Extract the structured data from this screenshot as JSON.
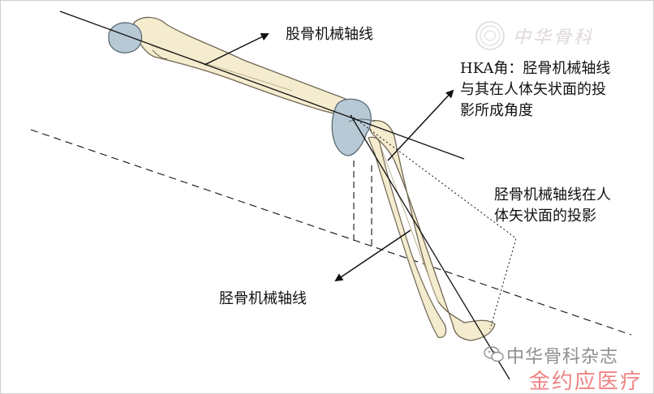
{
  "labels": {
    "femoral_axis": "股骨机械轴线",
    "hka_line1": "HKA角：胫骨机械轴线",
    "hka_line2": "与其在人体矢状面的投",
    "hka_line3": "影所成角度",
    "projection_line1": "胫骨机械轴线在人",
    "projection_line2": "体矢状面的投影",
    "tibial_axis": "胫骨机械轴线"
  },
  "watermarks": {
    "top_right_text": "中华骨科",
    "journal_name": "中华骨科杂志",
    "brand": "金约应医疗"
  },
  "colors": {
    "bone_fill": "#f5ecd0",
    "bone_stroke": "#6f6652",
    "joint_fill": "#b7c9d4",
    "joint_stroke": "#5b6b75",
    "line": "#111111",
    "brand_red": "#eb5a5a"
  },
  "icons": [
    "arrow-icon",
    "seal-icon",
    "wechat-icon"
  ]
}
